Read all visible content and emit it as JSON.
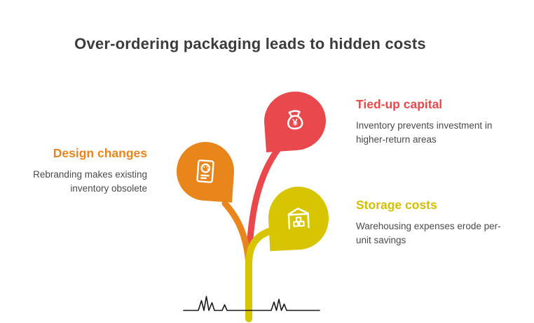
{
  "title": {
    "text": "Over-ordering packaging leads to hidden costs",
    "color": "#3c3c3c"
  },
  "items": [
    {
      "heading": "Tied-up capital",
      "description": "Inventory prevents investment in higher-return areas",
      "color": "#e9494d",
      "icon": "money-bag-icon",
      "currency_symbol": "¥"
    },
    {
      "heading": "Design changes",
      "description": "Rebranding makes existing inventory obsolete",
      "color": "#e8861c",
      "icon": "palette-book-icon"
    },
    {
      "heading": "Storage costs",
      "description": "Warehousing expenses erode per-unit savings",
      "color": "#d3bf00",
      "icon": "warehouse-icon"
    }
  ],
  "tree": {
    "stem_color": "#d6c500",
    "branch_red_color": "#e9494d",
    "branch_orange_color": "#e8861c",
    "grass_color": "#1a1a1a"
  }
}
